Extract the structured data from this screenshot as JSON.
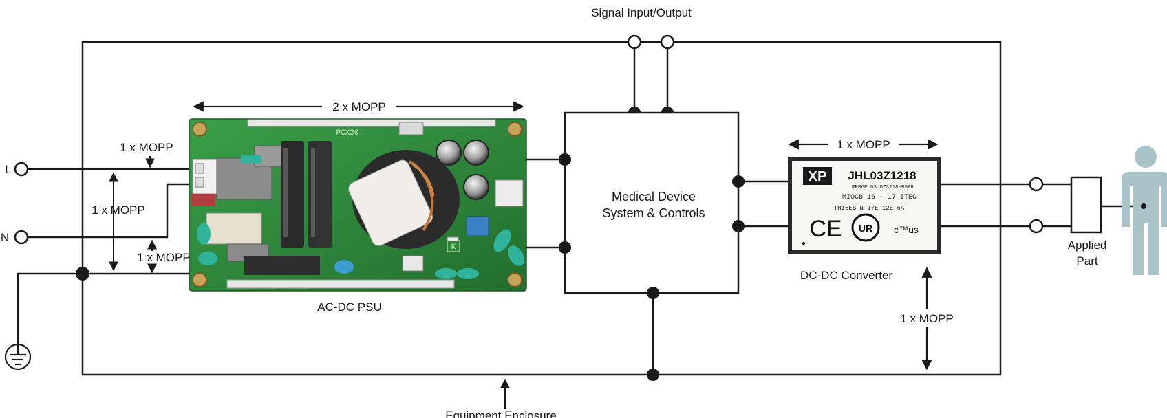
{
  "labels": {
    "signal_io": "Signal Input/Output",
    "mopp_2x_top": "2 x MOPP",
    "mopp_1x_input": "1 x MOPP",
    "mopp_1x_left": "1 x MOPP",
    "mopp_1x_ground": "1 x MOPP",
    "mopp_1x_dcdc": "1 x MOPP",
    "mopp_1x_right": "1 x MOPP",
    "terminal_l": "L",
    "terminal_n": "N",
    "medical_device_line1": "Medical Device",
    "medical_device_line2": "System & Controls",
    "acdc_psu": "AC-DC PSU",
    "dcdc_converter": "DC-DC Converter",
    "applied_part_line1": "Applied",
    "applied_part_line2": "Part",
    "equipment_enclosure": "Equipment Enclosure"
  },
  "dcdc_module": {
    "brand": "XP",
    "model": "JHL03Z1218",
    "line1": "RRB6E D3U0Z3218-B5PR",
    "line2": "MIOCB 16 - 17 ITEC",
    "line3": "THI6EB N 17E 12E 6A",
    "mark_ce": "CE",
    "mark_ur": "UR",
    "mark_ul": "c™us"
  },
  "psu_board": {
    "marking_1": "PCX20",
    "marking_2": "K"
  },
  "colors": {
    "line": "#1a1a1a",
    "pcb": "#2f8a3a",
    "figure": "#a9c3c8"
  }
}
